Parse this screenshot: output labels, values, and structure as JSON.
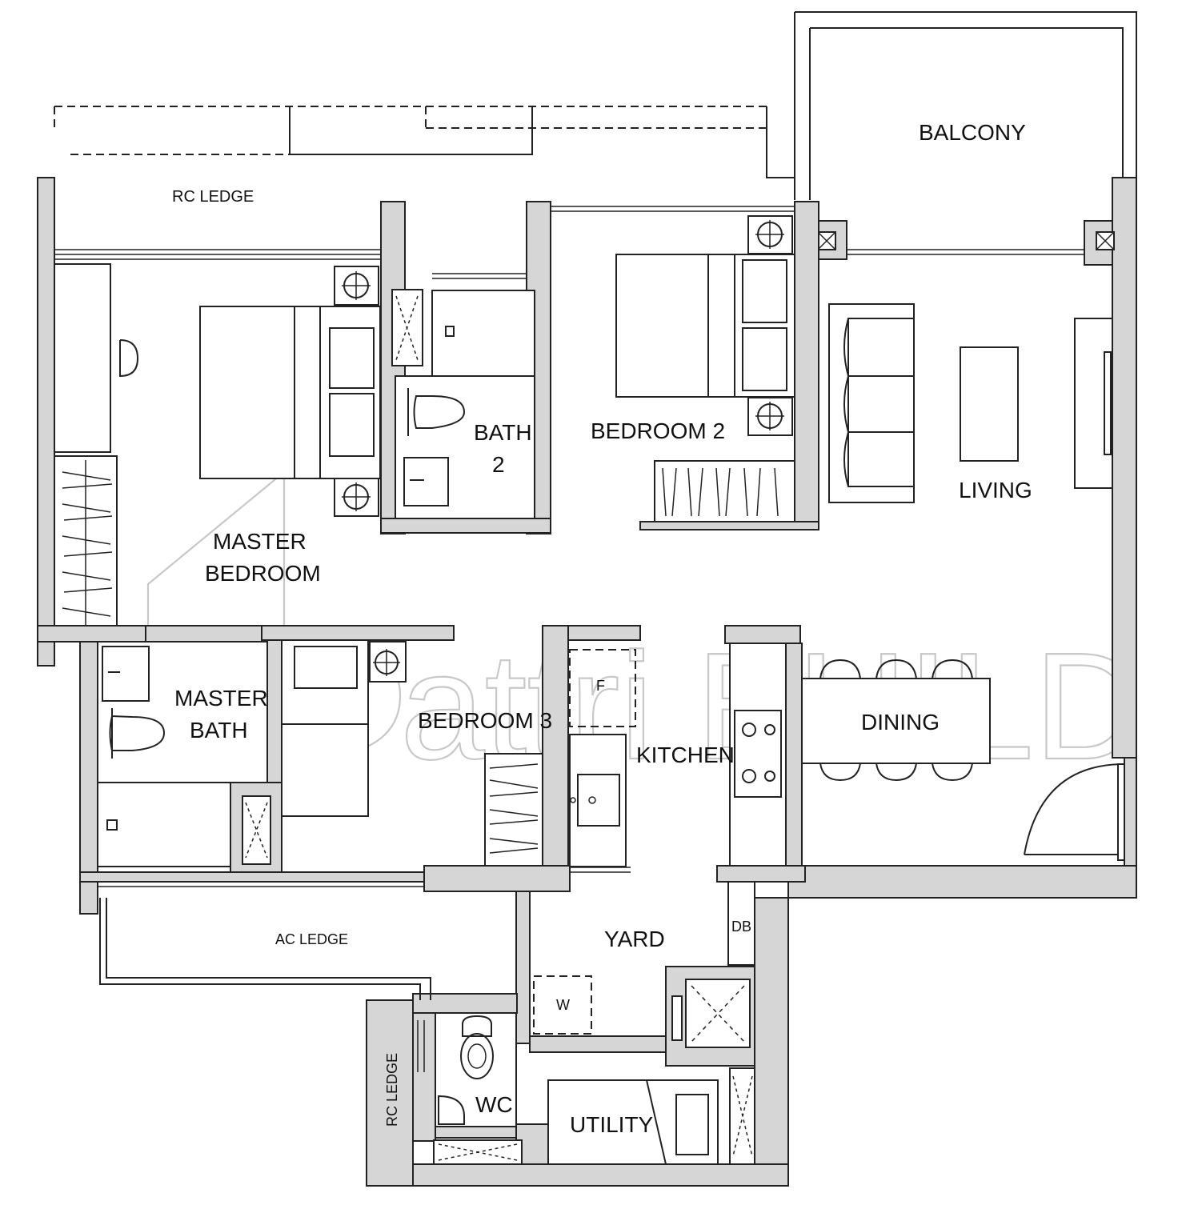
{
  "rooms": {
    "balcony": "BALCONY",
    "rc_ledge_top": "RC LEDGE",
    "bath_2_line1": "BATH",
    "bath_2_line2": "2",
    "bedroom_2": "BEDROOM 2",
    "living": "LIVING",
    "master_bedroom_line1": "MASTER",
    "master_bedroom_line2": "BEDROOM",
    "master_bath_line1": "MASTER",
    "master_bath_line2": "BATH",
    "bedroom_3": "BEDROOM 3",
    "kitchen": "KITCHEN",
    "dining": "DINING",
    "ac_ledge": "AC LEDGE",
    "yard": "YARD",
    "db": "DB",
    "fridge": "F",
    "washer": "W",
    "wc": "WC",
    "utility": "UTILITY",
    "rc_ledge_side": "RC LEDGE"
  },
  "watermark": {
    "text": "attri BUILD"
  }
}
